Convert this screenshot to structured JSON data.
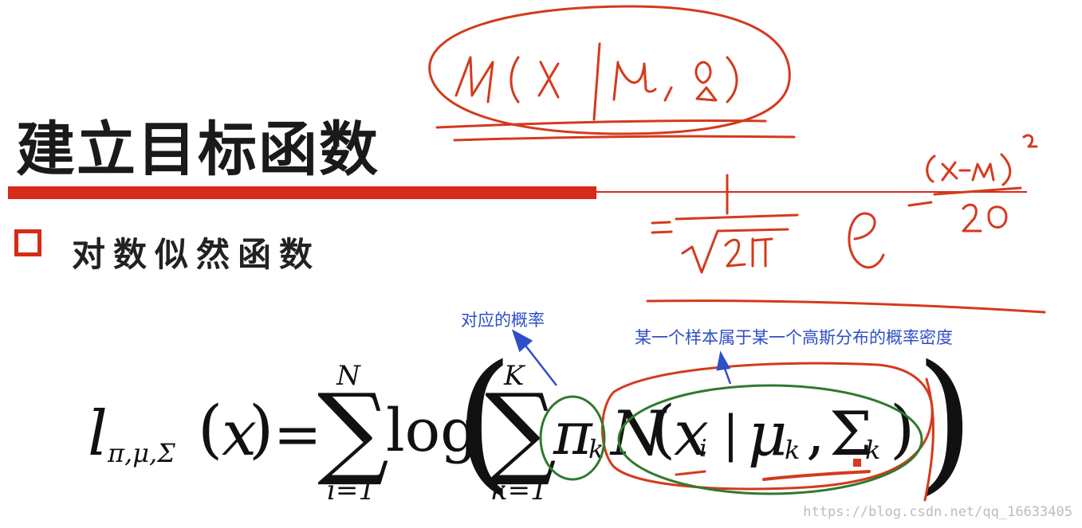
{
  "slide": {
    "title": "建立目标函数",
    "bullet": "对数似然函数"
  },
  "formula": {
    "lhs_symbol": "l",
    "lhs_subscript": "π,μ,Σ",
    "lhs_arg": "x",
    "outer_sum_upper": "N",
    "outer_sum_lower": "i=1",
    "log": "log",
    "inner_sum_upper": "K",
    "inner_sum_lower": "k=1",
    "weight": "π",
    "weight_sub": "k",
    "density": "N",
    "x": "x",
    "x_sub": "i",
    "mean": "μ",
    "mean_sub": "k",
    "cov": "Σ",
    "cov_sub": "k"
  },
  "annotations": {
    "probability": "对应的概率",
    "density": "某一个样本属于某一个高斯分布的概率密度"
  },
  "watermark": "https://blog.csdn.net/qq_16633405",
  "colors": {
    "accent_red": "#d52b18",
    "annotation_blue": "#2f4ec8",
    "circle_green": "#2f7a2f"
  }
}
